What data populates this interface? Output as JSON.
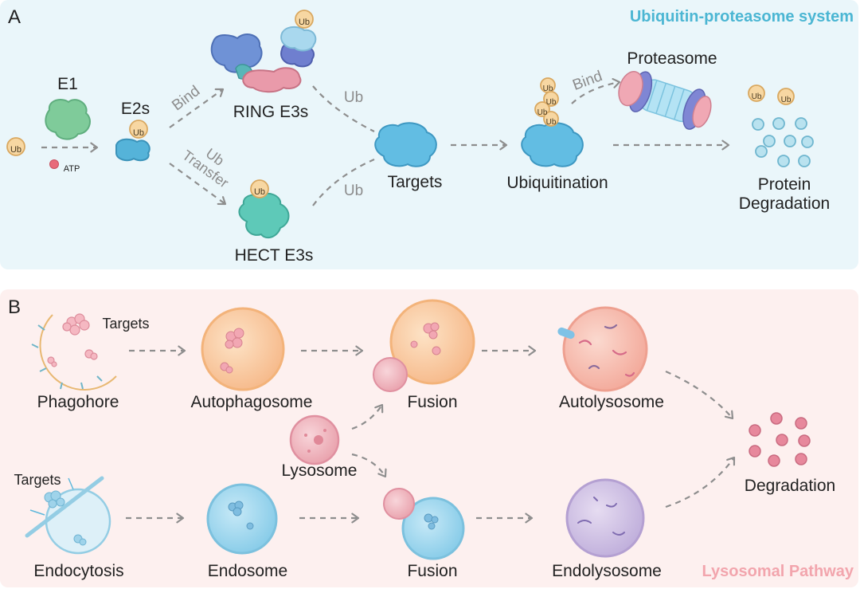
{
  "panel_a": {
    "letter": "A",
    "title": "Ubiquitin-proteasome system",
    "title_color": "#4bb6d3",
    "ub": "Ub",
    "atp": "ATP",
    "e1": "E1",
    "e2s": "E2s",
    "bind": "Bind",
    "ub_transfer_1": "Ub",
    "ub_transfer_2": "Transfer",
    "ring_e3s": "RING E3s",
    "hect_e3s": "HECT E3s",
    "ub_upper": "Ub",
    "ub_lower": "Ub",
    "targets": "Targets",
    "ubiquitination": "Ubiquitination",
    "bind2": "Bind",
    "proteasome": "Proteasome",
    "protein_degradation_1": "Protein",
    "protein_degradation_2": "Degradation"
  },
  "panel_b": {
    "letter": "B",
    "title": "Lysosomal Pathway",
    "title_color": "#f2a5ad",
    "targets_top": "Targets",
    "phagohore": "Phagohore",
    "autophagosome": "Autophagosome",
    "fusion_top": "Fusion",
    "autolysosome": "Autolysosome",
    "lysosome": "Lysosome",
    "degradation": "Degradation",
    "targets_bottom": "Targets",
    "endocytosis": "Endocytosis",
    "endosome": "Endosome",
    "fusion_bottom": "Fusion",
    "endolysosome": "Endolysosome"
  }
}
